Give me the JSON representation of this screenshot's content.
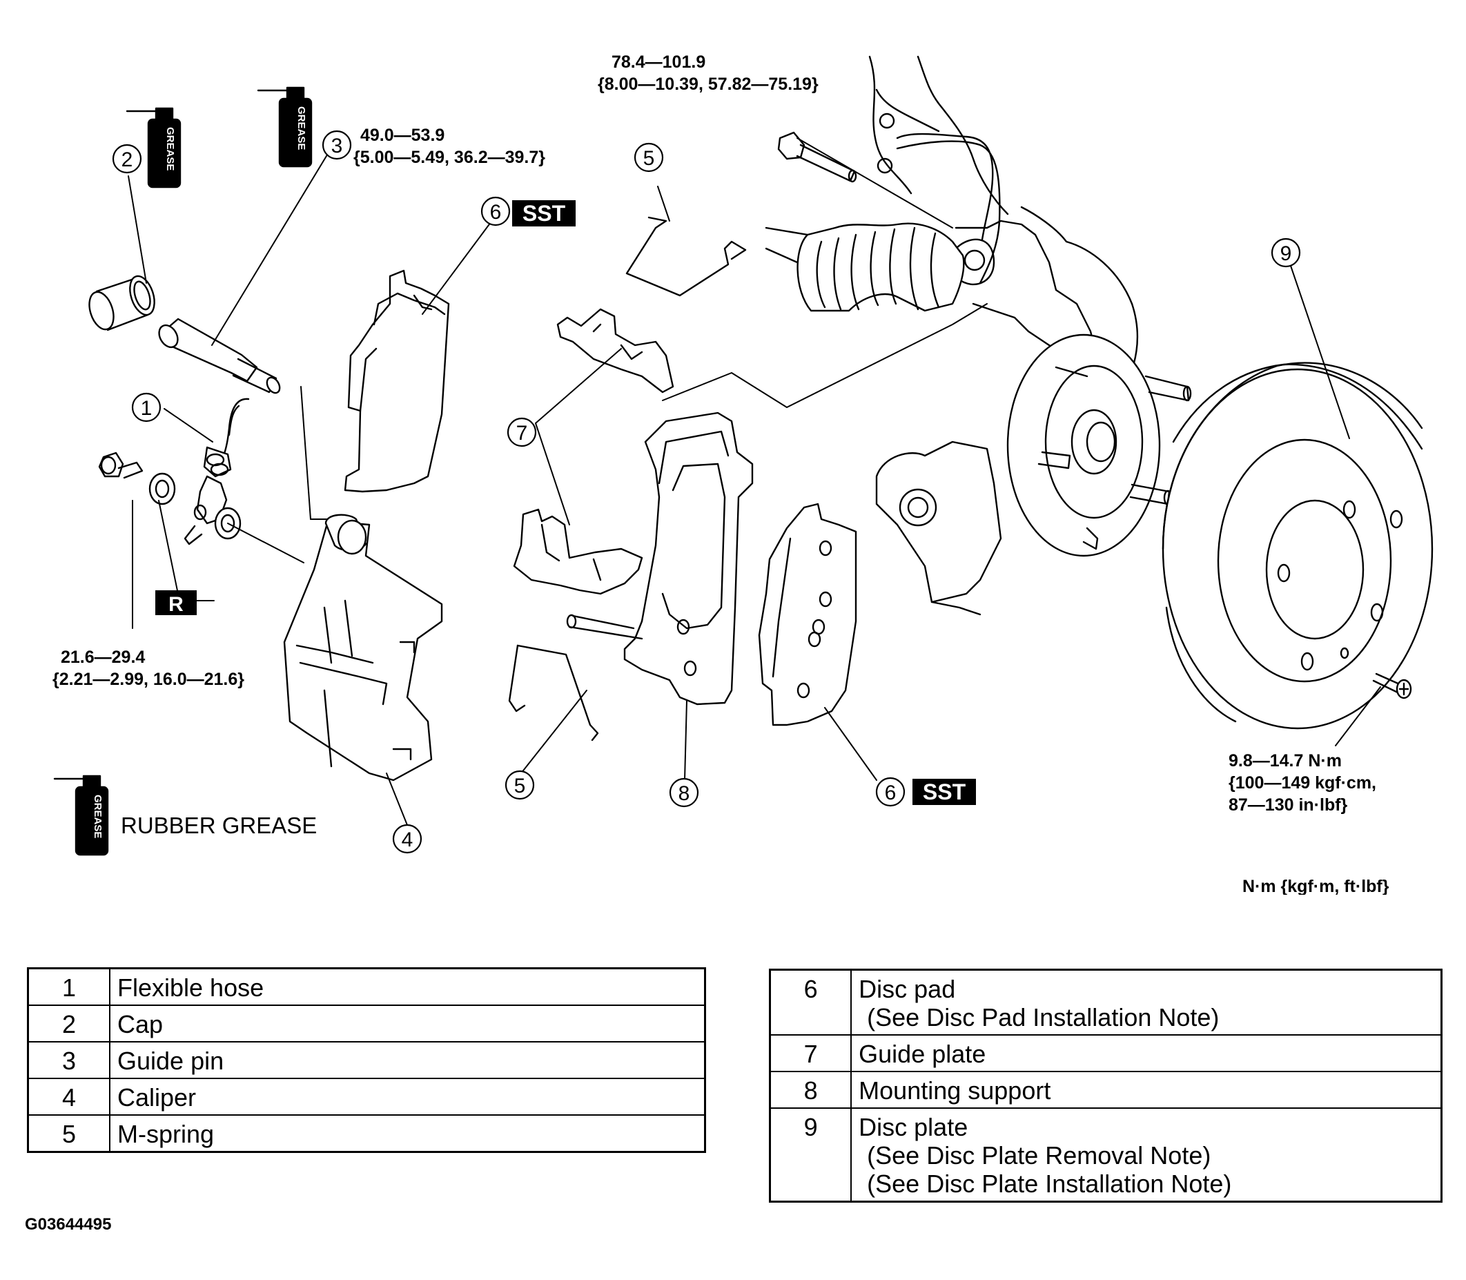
{
  "diagram": {
    "callouts": {
      "c1": "1",
      "c2": "2",
      "c3": "3",
      "c4": "4",
      "c5a": "5",
      "c5b": "5",
      "c6a": "6",
      "c6b": "6",
      "c7": "7",
      "c8": "8",
      "c9": "9"
    },
    "badges": {
      "sst_top": "SST",
      "sst_bottom": "SST",
      "r": "R"
    },
    "grease_label": "GREASE",
    "rubber_grease": "RUBBER GREASE",
    "torque_specs": {
      "guide_pin": {
        "line1": "49.0—53.9",
        "line2": "{5.00—5.49, 36.2—39.7}"
      },
      "support_bolt": {
        "line1": "78.4—101.9",
        "line2": "{8.00—10.39, 57.82—75.19}"
      },
      "hose_bolt": {
        "line1": "21.6—29.4",
        "line2": "{2.21—2.99, 16.0—21.6}"
      },
      "disc_screw": {
        "line1": "9.8—14.7 N·m",
        "line2": "{100—149 kgf·cm,",
        "line3": "87—130 in·lbf}"
      }
    },
    "units_note": "N·m {kgf·m, ft·lbf}"
  },
  "parts_table_left": [
    {
      "num": "1",
      "name": "Flexible hose"
    },
    {
      "num": "2",
      "name": "Cap"
    },
    {
      "num": "3",
      "name": "Guide pin"
    },
    {
      "num": "4",
      "name": "Caliper"
    },
    {
      "num": "5",
      "name": "M-spring"
    }
  ],
  "parts_table_right": [
    {
      "num": "6",
      "name": "Disc pad",
      "note1": "(See Disc Pad Installation Note)"
    },
    {
      "num": "7",
      "name": "Guide plate"
    },
    {
      "num": "8",
      "name": "Mounting support"
    },
    {
      "num": "9",
      "name": "Disc plate",
      "note1": "(See Disc Plate Removal Note)",
      "note2": "(See Disc Plate Installation Note)"
    }
  ],
  "figure_id": "G03644495"
}
